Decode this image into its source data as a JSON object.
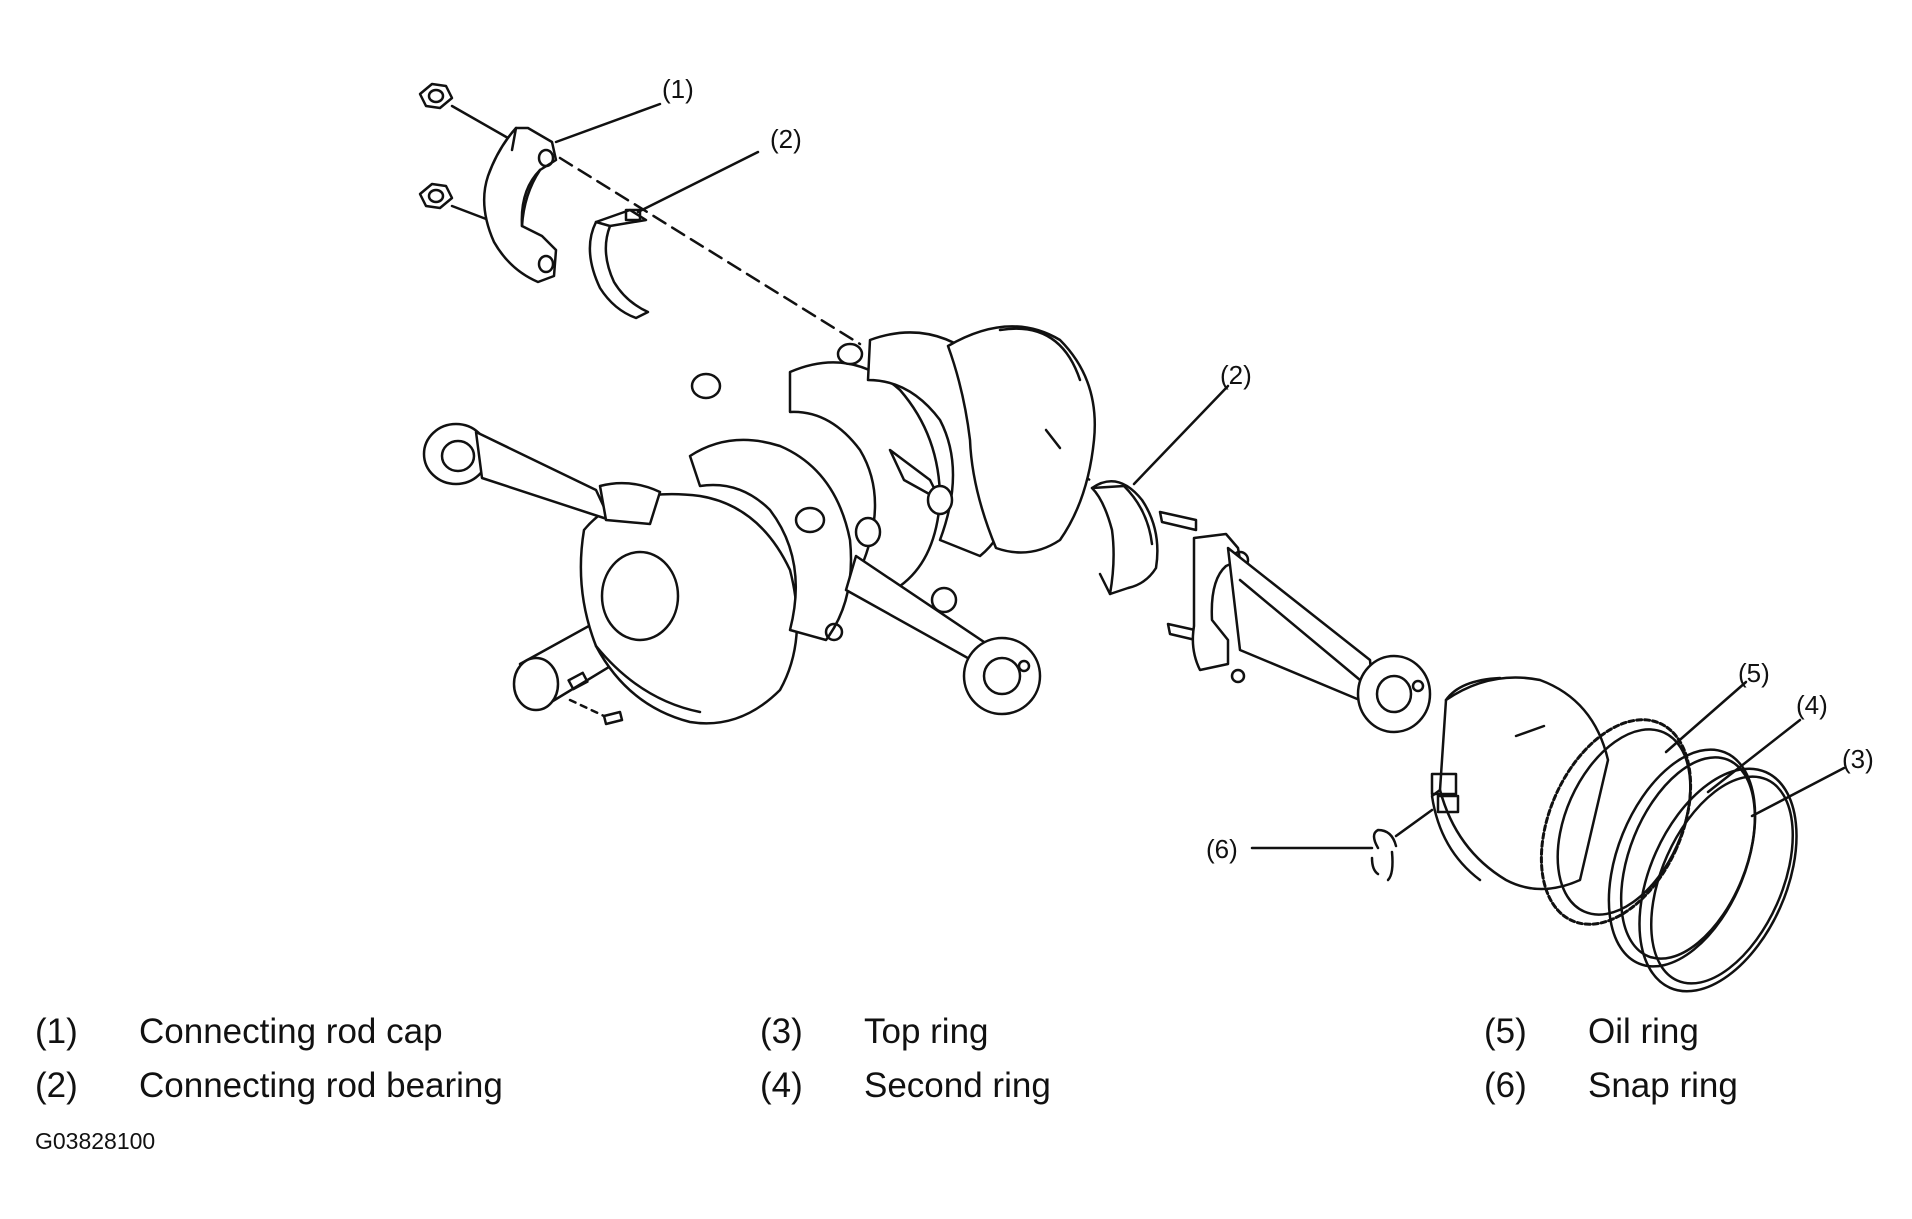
{
  "callouts": {
    "c1": "(1)",
    "c2a": "(2)",
    "c2b": "(2)",
    "c3": "(3)",
    "c4": "(4)",
    "c5": "(5)",
    "c6": "(6)"
  },
  "legend": [
    {
      "num": "(1)",
      "label": "Connecting rod cap"
    },
    {
      "num": "(2)",
      "label": "Connecting rod bearing"
    },
    {
      "num": "(3)",
      "label": "Top ring"
    },
    {
      "num": "(4)",
      "label": "Second ring"
    },
    {
      "num": "(5)",
      "label": "Oil ring"
    },
    {
      "num": "(6)",
      "label": "Snap ring"
    }
  ],
  "figure_code": "G03828100",
  "colors": {
    "line": "#111111",
    "background": "#ffffff"
  }
}
